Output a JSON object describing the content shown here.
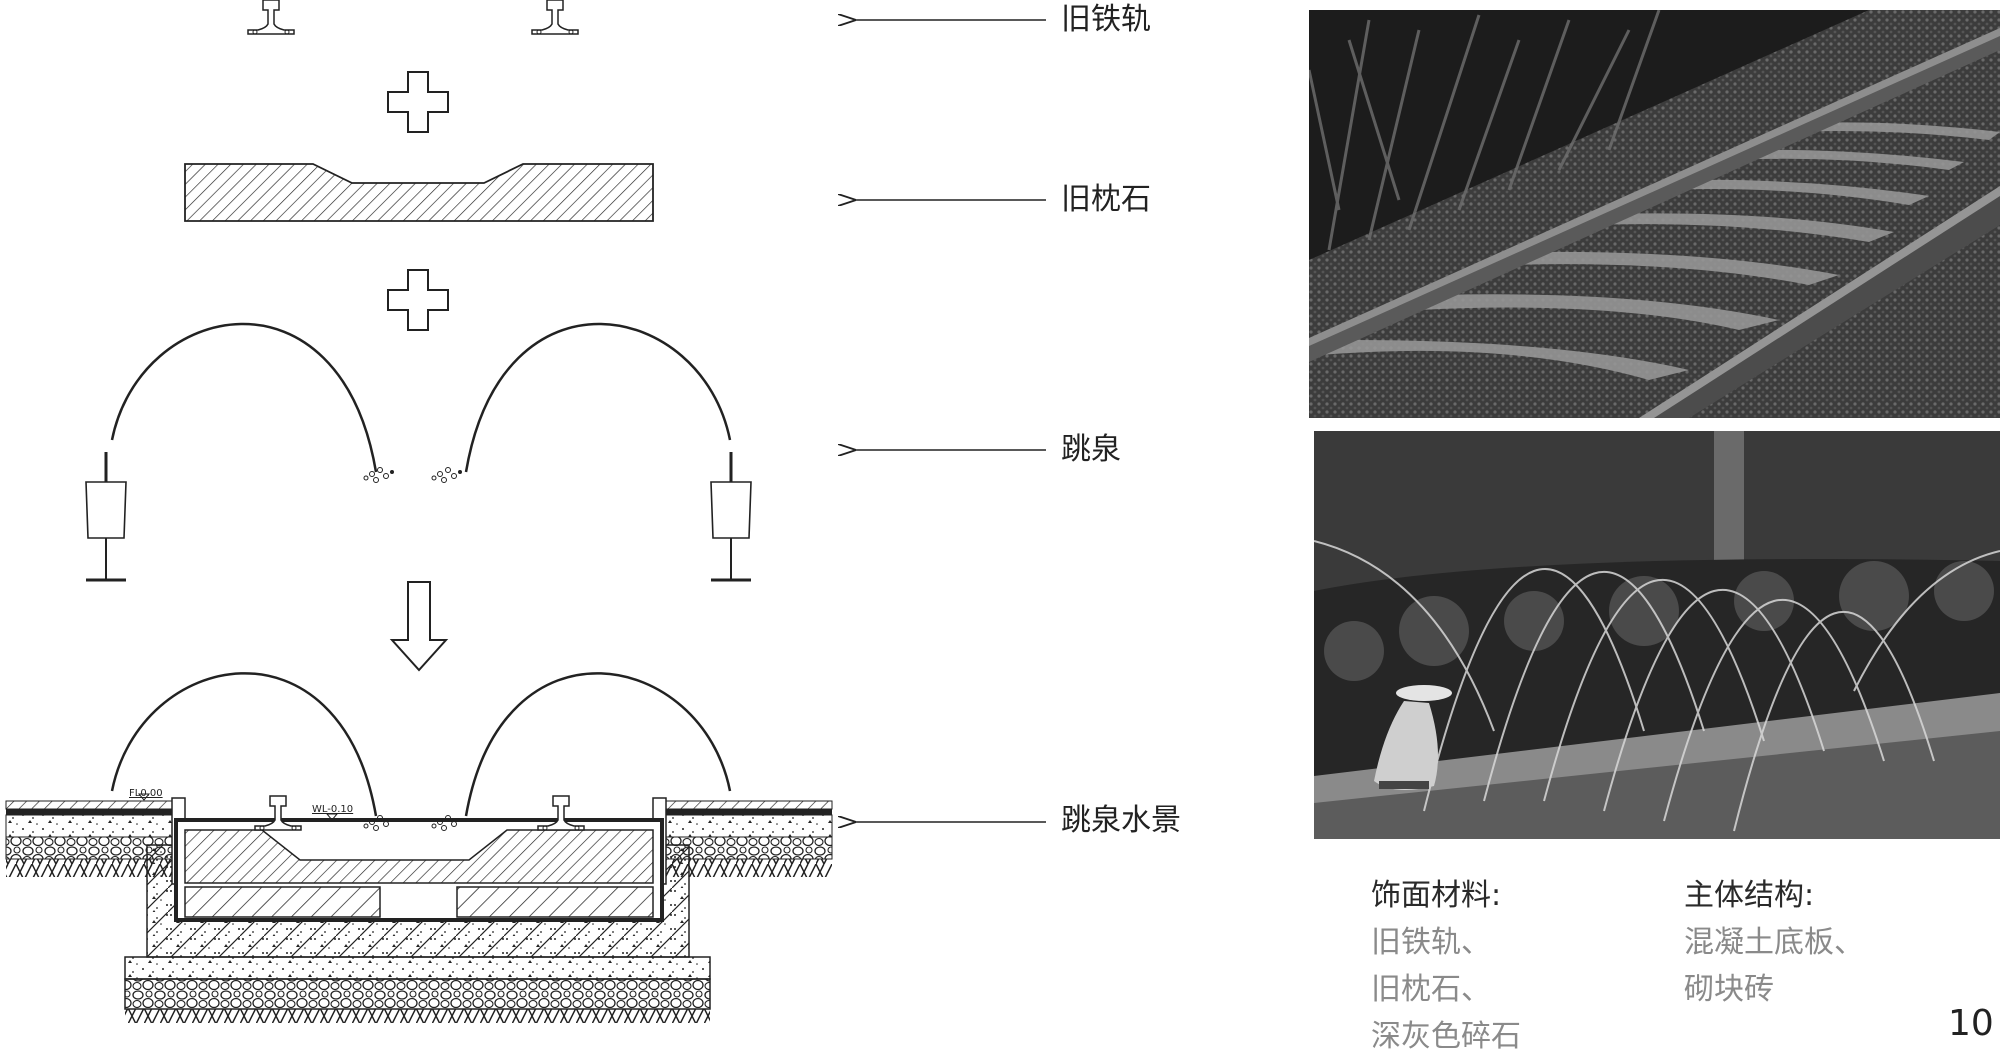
{
  "labels": {
    "rail": "旧铁轨",
    "sleeper": "旧枕石",
    "fountain": "跳泉",
    "fountain_feature": "跳泉水景"
  },
  "section_marks": {
    "floor_level": "FL0.00",
    "water_level": "WL-0.10"
  },
  "photos": {
    "top": "railway-track-photo",
    "bottom": "fountain-photo"
  },
  "materials": {
    "finish": {
      "title": "饰面材料:",
      "items": [
        "旧铁轨、",
        "旧枕石、",
        "深灰色碎石"
      ]
    },
    "structure": {
      "title": "主体结构:",
      "items": [
        "混凝土底板、",
        "砌块砖"
      ]
    }
  },
  "page_number": "10"
}
